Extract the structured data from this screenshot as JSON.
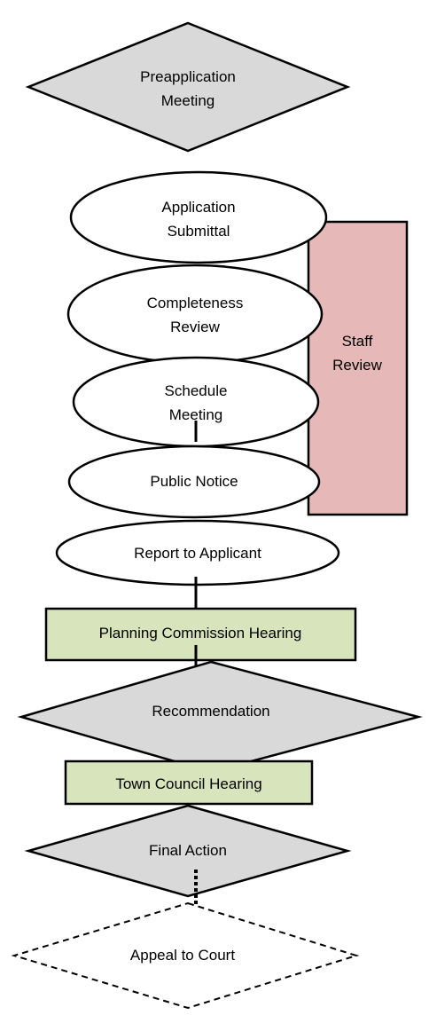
{
  "colors": {
    "decision_fill": "#d9d9d9",
    "process_fill": "#ffffff",
    "hearing_fill": "#d8e4bc",
    "staff_fill": "#e6b9b8",
    "stroke": "#000000",
    "background": "#ffffff"
  },
  "nodes": {
    "preapplication": {
      "line1": "Preapplication",
      "line2": "Meeting"
    },
    "application": {
      "line1": "Application",
      "line2": "Submittal"
    },
    "completeness": {
      "line1": "Completeness",
      "line2": "Review"
    },
    "schedule": {
      "line1": "Schedule",
      "line2": "Meeting"
    },
    "public_notice": {
      "label": "Public Notice"
    },
    "report": {
      "label": "Report to Applicant"
    },
    "planning": {
      "label": "Planning Commission Hearing"
    },
    "recommendation": {
      "label": "Recommendation"
    },
    "council": {
      "label": "Town Council Hearing"
    },
    "final_action": {
      "label": "Final Action"
    },
    "appeal": {
      "label": "Appeal to Court"
    },
    "staff_review": {
      "line1": "Staff",
      "line2": "Review"
    }
  }
}
